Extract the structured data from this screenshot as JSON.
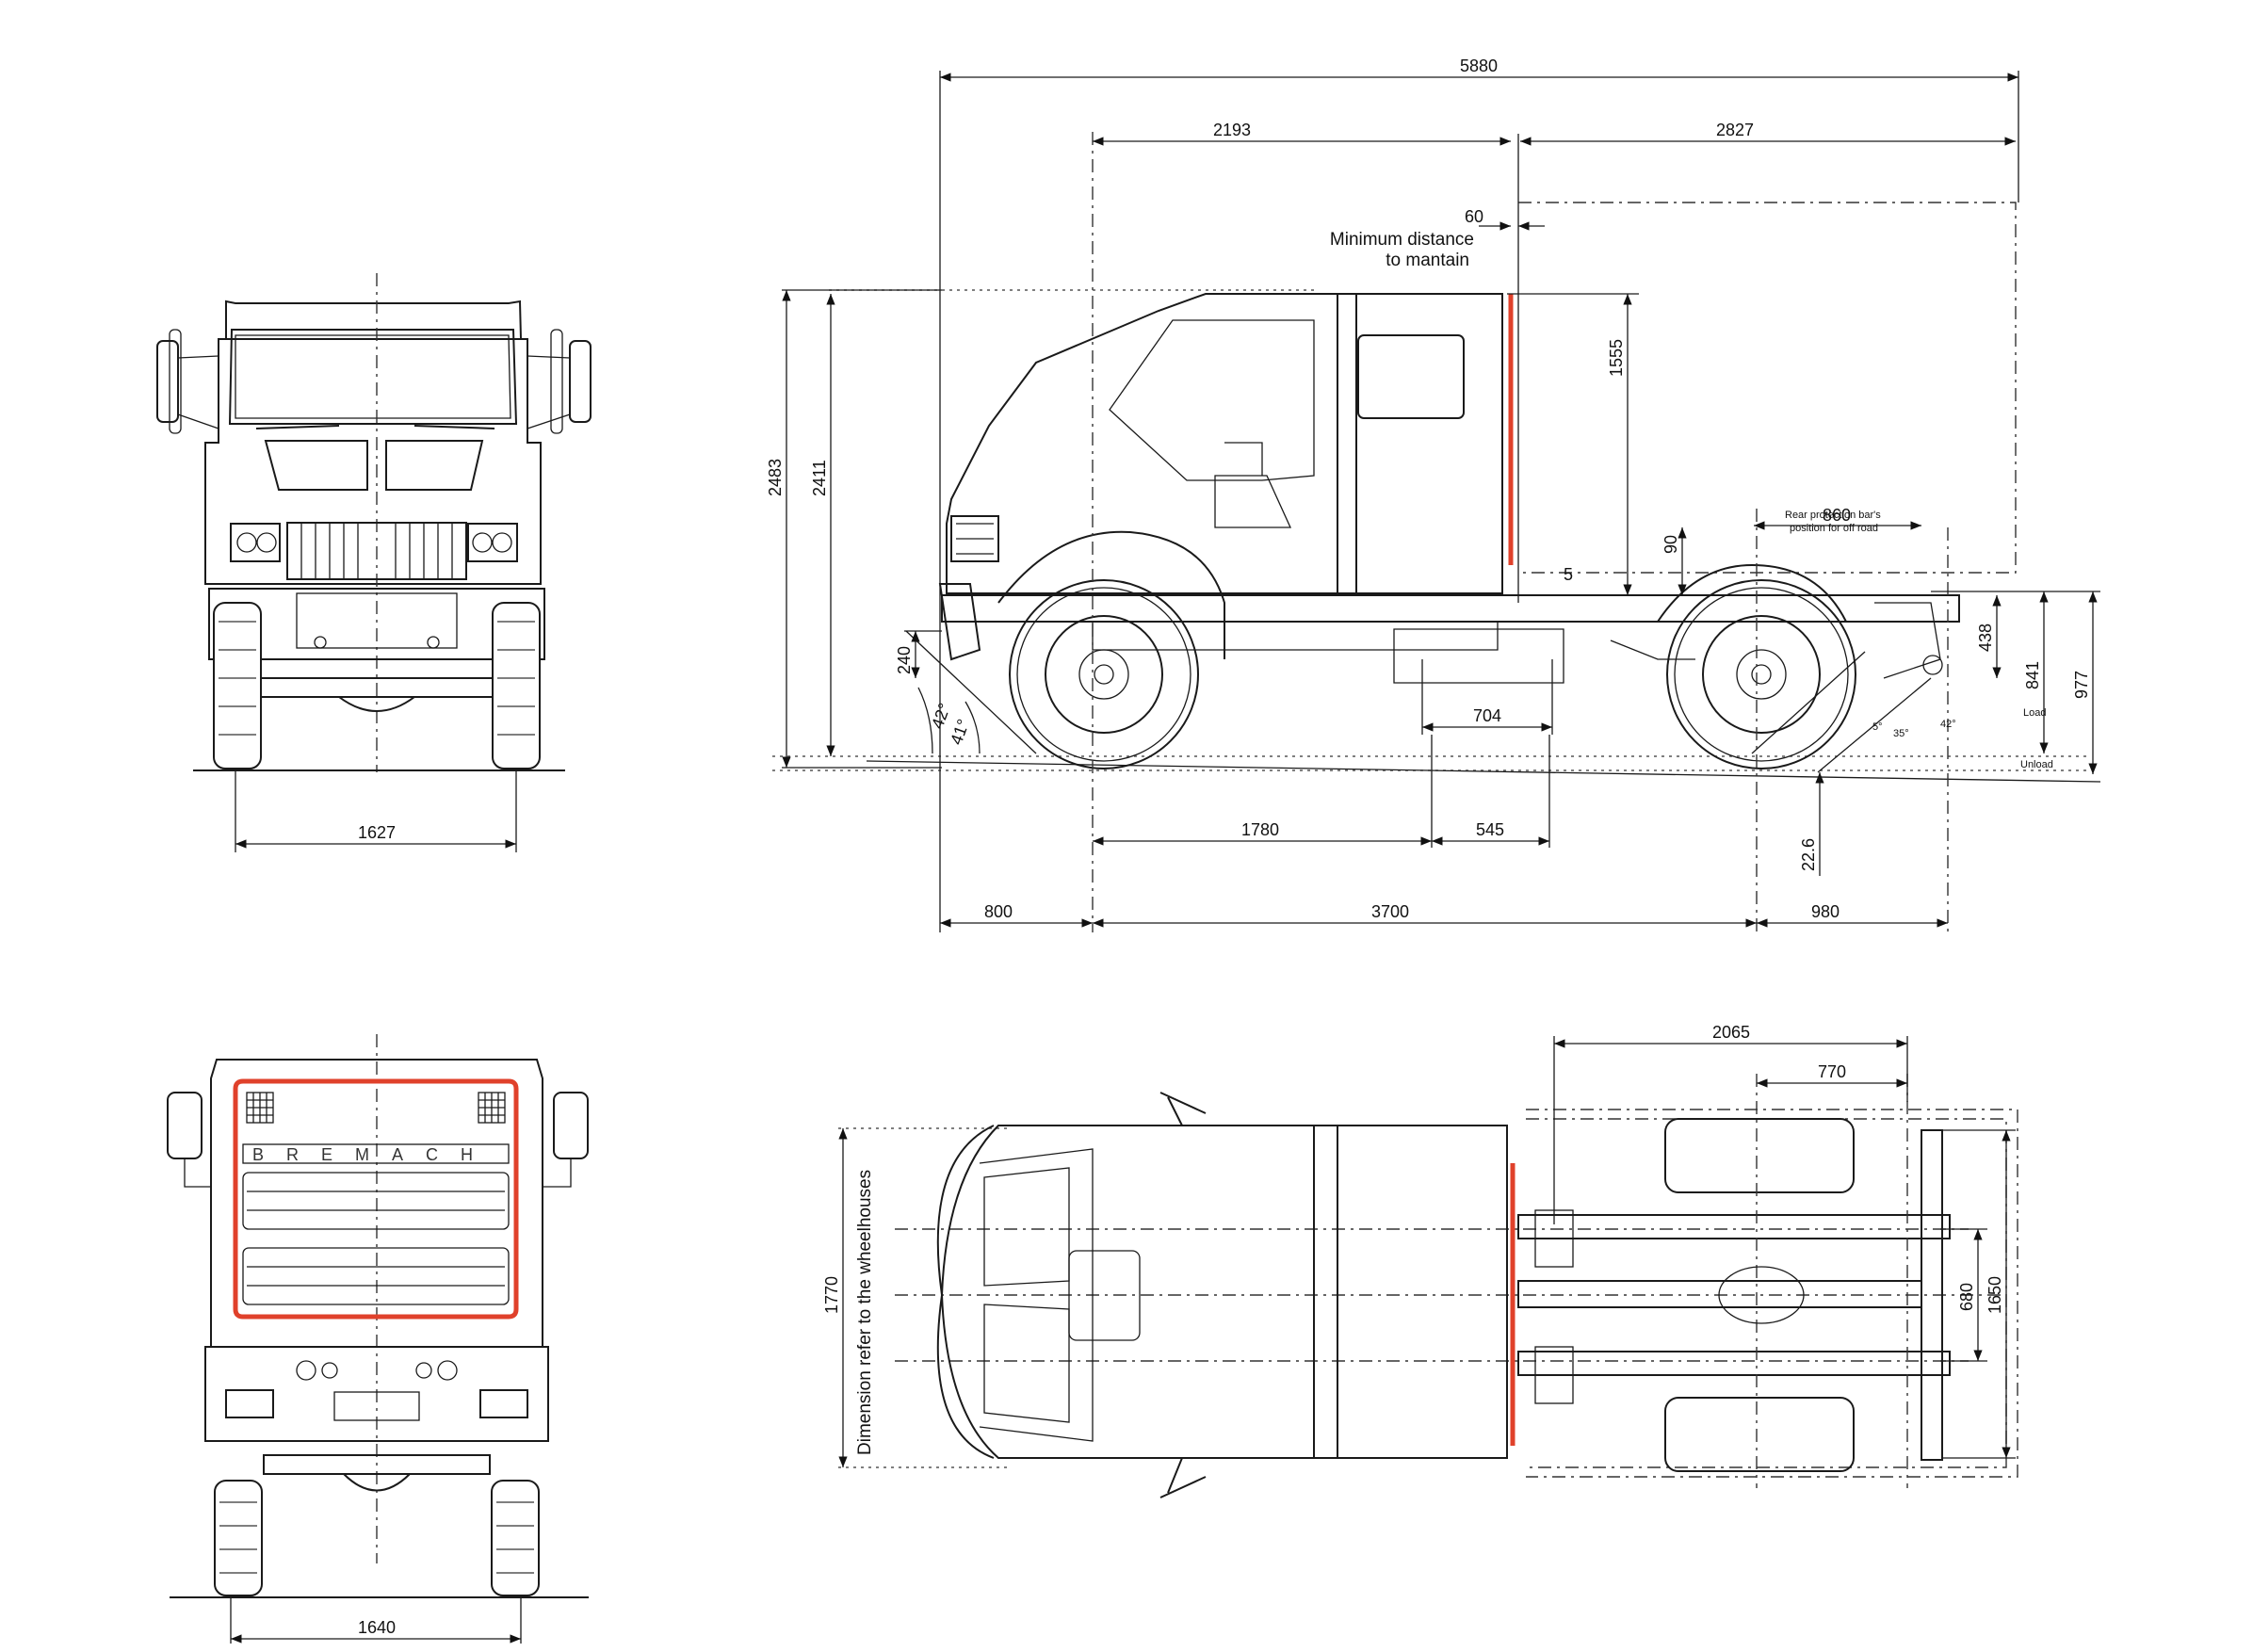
{
  "dimensions": {
    "overall_length": "5880",
    "cab_to_axis": "2193",
    "body_length": "2827",
    "min_distance": "60",
    "min_distance_note_1": "Minimum distance",
    "min_distance_note_2": "to mantain",
    "cab_height_above_frame": "1555",
    "overall_height": "2483",
    "unloaded_height": "2411",
    "frame_gap": "90",
    "rear_bar_offset": "860",
    "rear_bar_note_1": "Rear protection bar's",
    "rear_bar_note_2": "position for off road",
    "frame_small": "5",
    "frame_height_438": "438",
    "load_height": "841",
    "unload_height": "977",
    "load_label": "Load",
    "unload_label": "Unload",
    "front_bumper_height": "240",
    "approach_angle_1": "42°",
    "approach_angle_2": "41°",
    "departure_angles": [
      "5°",
      "35°",
      "42°"
    ],
    "tank_width": "704",
    "front_to_tank": "1780",
    "tank_extra": "545",
    "rear_clearance": "22.6",
    "front_overhang": "800",
    "wheelbase": "3700",
    "rear_overhang": "980",
    "front_track": "1627",
    "rear_track": "1640",
    "frame_top_length": "2065",
    "frame_rear_770": "770",
    "frame_width_680": "680",
    "frame_width_1650": "1650",
    "cab_width": "1770",
    "cab_width_note": "Dimension refer to the wheelhouses"
  },
  "brand": {
    "grille_text": "BREMACH"
  },
  "colors": {
    "line": "#1a1a1a",
    "highlight": "#e0412b",
    "background": "#ffffff"
  }
}
